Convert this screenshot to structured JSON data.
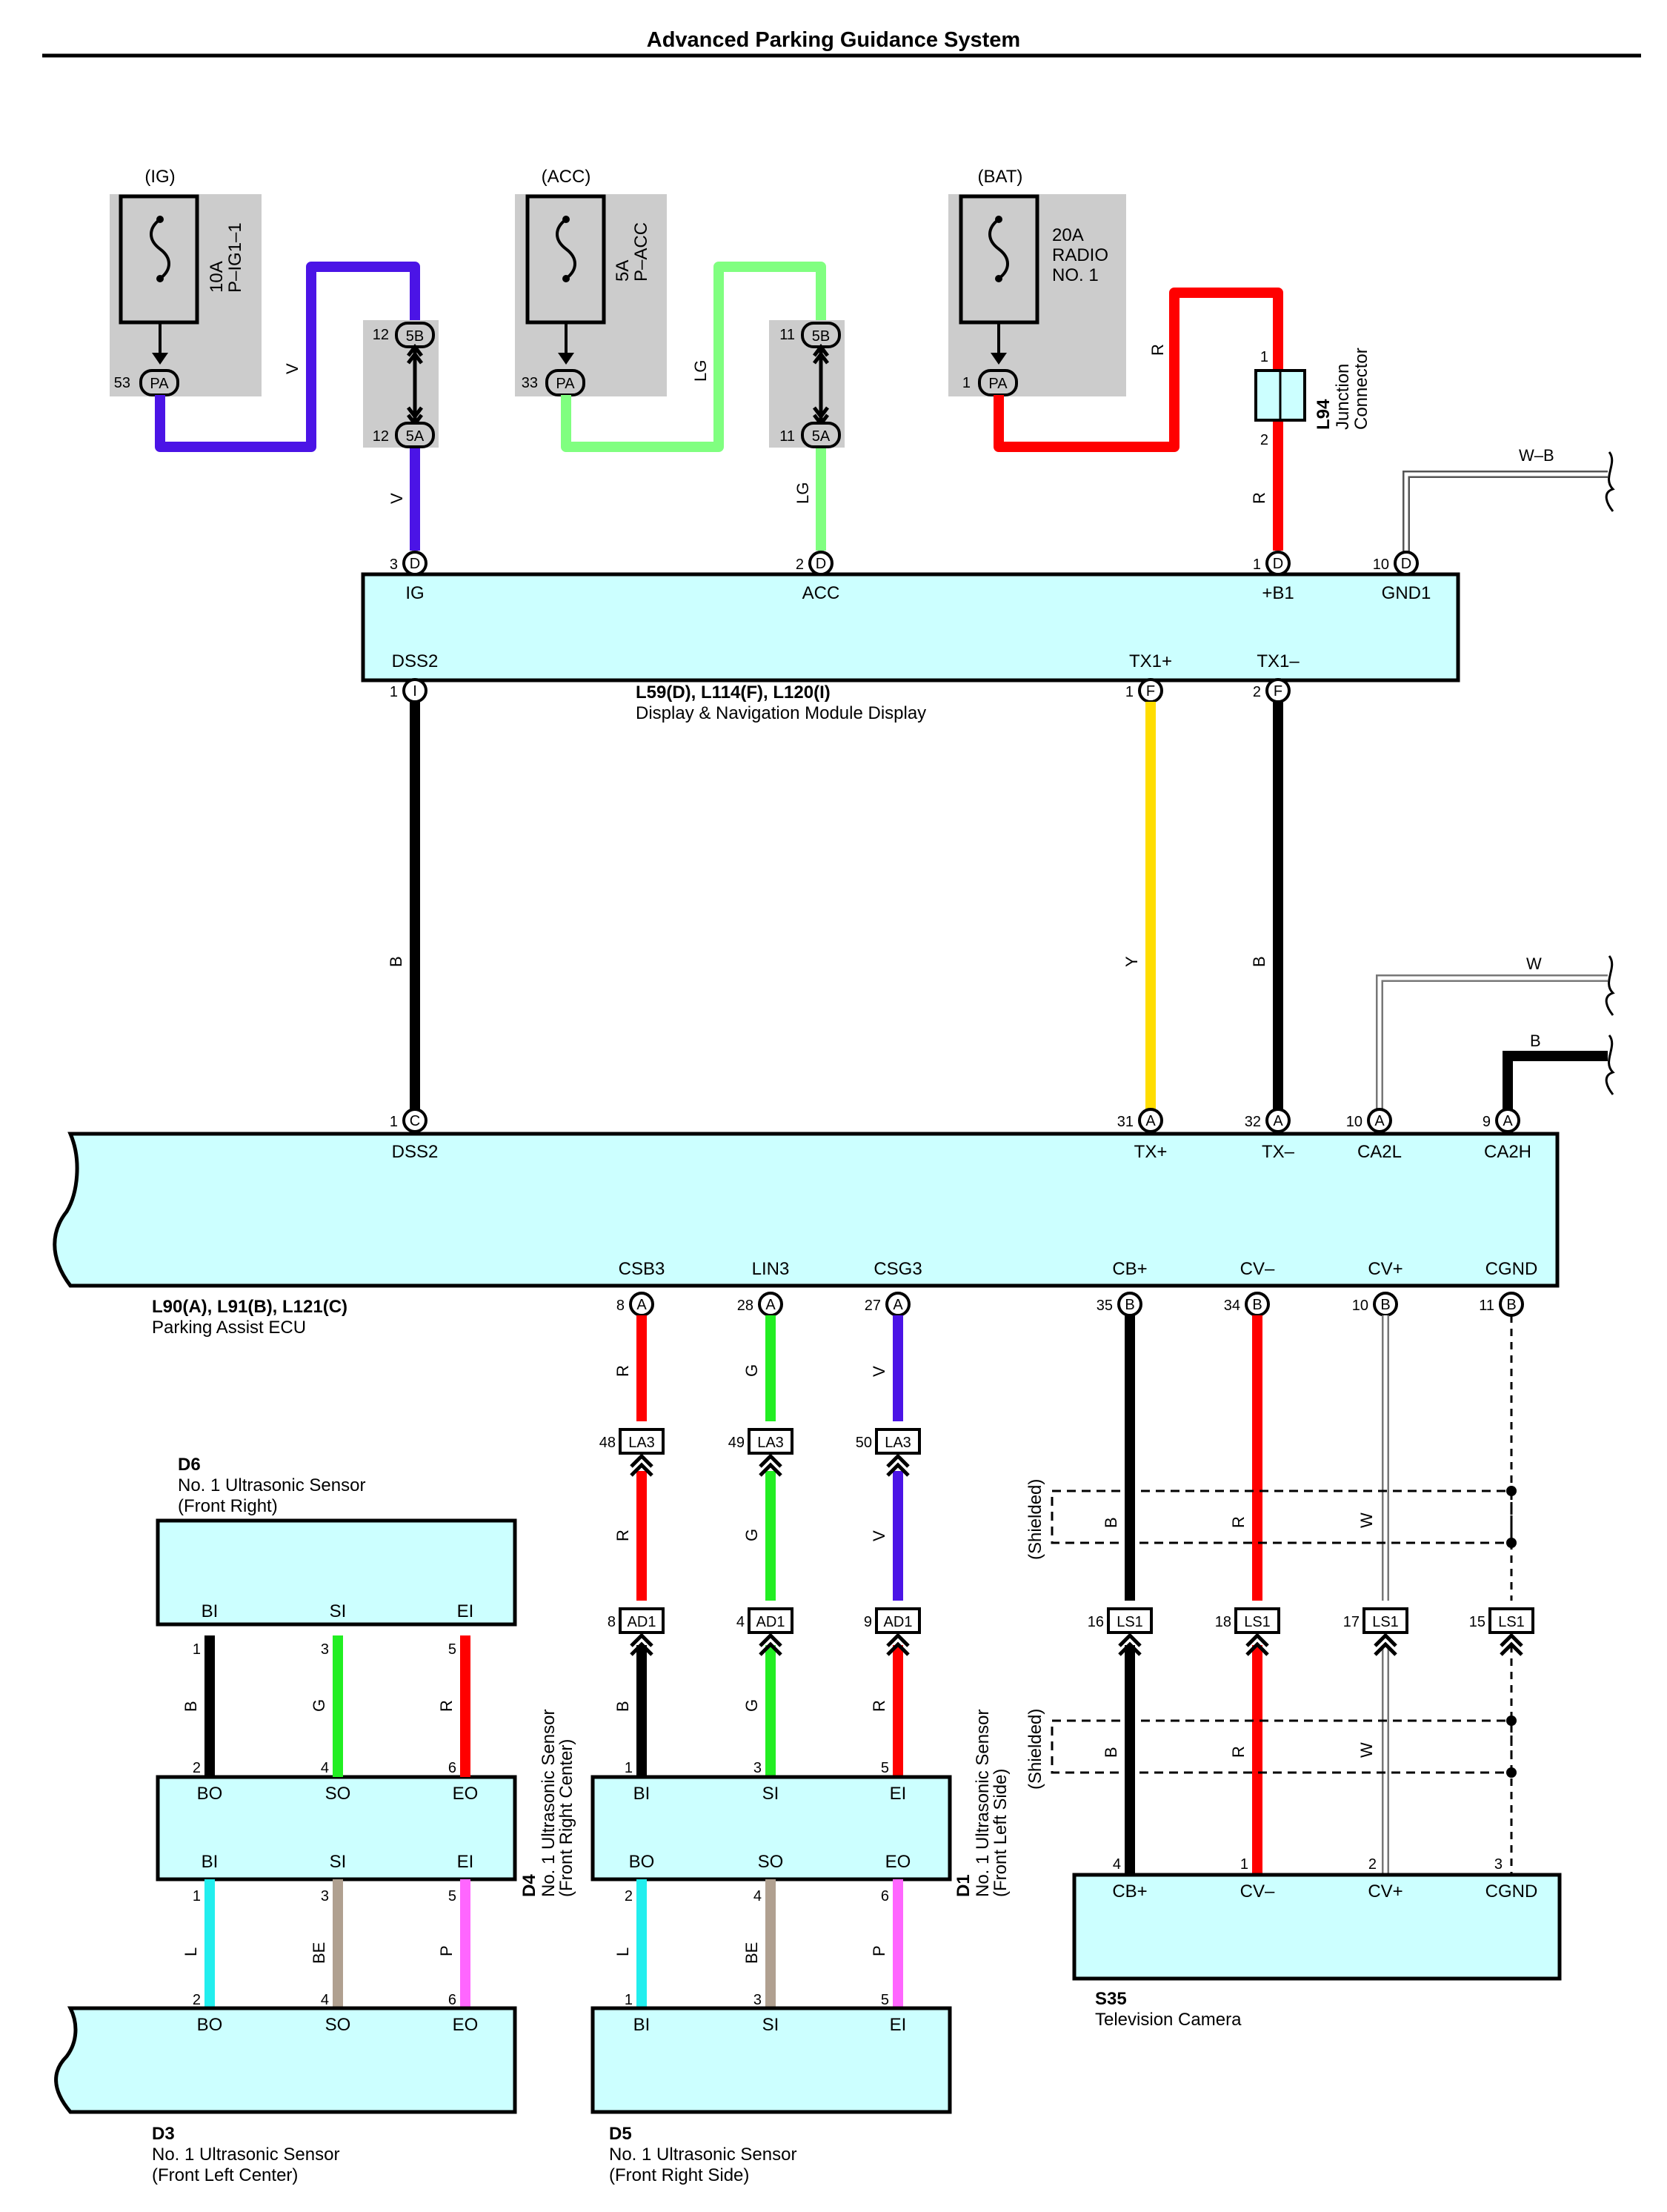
{
  "title": "Advanced Parking Guidance System",
  "colors": {
    "V": "#4b14e6",
    "LG": "#80ff80",
    "R": "#ff0000",
    "B": "#000000",
    "Y": "#ffdd00",
    "G": "#22ee22",
    "L": "#22eeee",
    "BE": "#b0a090",
    "P": "#ff66ff",
    "W": "#ffffff",
    "box": "#ccffff",
    "fusebox": "#cccccc"
  },
  "fuses": [
    {
      "id": "ig",
      "source": "(IG)",
      "rating": "10A",
      "name": "P–IG1–1",
      "pin": "53",
      "conn": "PA"
    },
    {
      "id": "acc",
      "source": "(ACC)",
      "rating": "5A",
      "name": "P–ACC",
      "pin": "33",
      "conn": "PA"
    },
    {
      "id": "bat",
      "source": "(BAT)",
      "rating": "20A",
      "name": "RADIO",
      "name2": "NO. 1",
      "pin": "1",
      "conn": "PA"
    }
  ],
  "junction": {
    "id": "L94",
    "name1": "Junction",
    "name2": "Connector",
    "pin_top": "1",
    "pin_bottom": "2"
  },
  "shield_wire": "W–B",
  "display_module": {
    "id": "L59(D), L114(F), L120(I)",
    "name": "Display & Navigation Module Display",
    "pins": {
      "ig": {
        "num": "3",
        "conn": "D",
        "label": "IG"
      },
      "acc": {
        "num": "2",
        "conn": "D",
        "label": "ACC"
      },
      "b1": {
        "num": "1",
        "conn": "D",
        "label": "+B1"
      },
      "gnd": {
        "num": "10",
        "conn": "D",
        "label": "GND1"
      },
      "dss": {
        "num": "1",
        "conn": "I",
        "label": "DSS2"
      },
      "tx1p": {
        "num": "1",
        "conn": "F",
        "label": "TX1+"
      },
      "tx1m": {
        "num": "2",
        "conn": "F",
        "label": "TX1–"
      }
    }
  },
  "ecu": {
    "id": "L90(A), L91(B), L121(C)",
    "name": "Parking Assist ECU",
    "top_pins": [
      {
        "num": "1",
        "conn": "C",
        "label": "DSS2"
      },
      {
        "num": "31",
        "conn": "A",
        "label": "TX+"
      },
      {
        "num": "32",
        "conn": "A",
        "label": "TX–"
      },
      {
        "num": "10",
        "conn": "A",
        "label": "CA2L"
      },
      {
        "num": "9",
        "conn": "A",
        "label": "CA2H"
      }
    ],
    "bottom_pins": [
      {
        "num": "8",
        "conn": "A",
        "label": "CSB3"
      },
      {
        "num": "28",
        "conn": "A",
        "label": "LIN3"
      },
      {
        "num": "27",
        "conn": "A",
        "label": "CSG3"
      },
      {
        "num": "35",
        "conn": "B",
        "label": "CB+"
      },
      {
        "num": "34",
        "conn": "B",
        "label": "CV–"
      },
      {
        "num": "10",
        "conn": "B",
        "label": "CV+"
      },
      {
        "num": "11",
        "conn": "B",
        "label": "CGND"
      }
    ]
  },
  "connectors": {
    "la3": {
      "name": "LA3",
      "pins": [
        "48",
        "49",
        "50"
      ]
    },
    "ad1": {
      "name": "AD1",
      "pins": [
        "8",
        "4",
        "9"
      ]
    },
    "ls1": {
      "name": "LS1",
      "pins": [
        "16",
        "18",
        "17",
        "15"
      ]
    }
  },
  "shielded": "(Shielded)",
  "wire_labels": {
    "v": "V",
    "lg": "LG",
    "r": "R",
    "b": "B",
    "y": "Y",
    "g": "G",
    "l": "L",
    "be": "BE",
    "p": "P",
    "w": "W"
  },
  "sensors": {
    "d6": {
      "id": "D6",
      "name": "No. 1 Ultrasonic Sensor",
      "pos": "(Front Right)",
      "labels": [
        "BI",
        "SI",
        "EI"
      ],
      "pins": [
        "1",
        "3",
        "5"
      ]
    },
    "d4": {
      "id": "D4",
      "name": "No. 1 Ultrasonic Sensor",
      "pos": "(Front Right Center)",
      "in_labels": [
        "BO",
        "SO",
        "EO"
      ],
      "in_pins": [
        "2",
        "4",
        "6"
      ],
      "out_labels": [
        "BI",
        "SI",
        "EI"
      ],
      "out_pins": [
        "1",
        "3",
        "5"
      ]
    },
    "d1": {
      "id": "D1",
      "name": "No. 1 Ultrasonic Sensor",
      "pos": "(Front Left Side)",
      "in_labels": [
        "BI",
        "SI",
        "EI"
      ],
      "in_pins": [
        "1",
        "3",
        "5"
      ],
      "out_labels": [
        "BO",
        "SO",
        "EO"
      ],
      "out_pins": [
        "2",
        "4",
        "6"
      ]
    },
    "d3": {
      "id": "D3",
      "name": "No. 1 Ultrasonic Sensor",
      "pos": "(Front Left Center)",
      "labels": [
        "BO",
        "SO",
        "EO"
      ],
      "pins": [
        "2",
        "4",
        "6"
      ]
    },
    "d5": {
      "id": "D5",
      "name": "No. 1 Ultrasonic Sensor",
      "pos": "(Front Right Side)",
      "labels": [
        "BI",
        "SI",
        "EI"
      ],
      "pins": [
        "1",
        "3",
        "5"
      ]
    }
  },
  "camera": {
    "id": "S35",
    "name": "Television Camera",
    "labels": [
      "CB+",
      "CV–",
      "CV+",
      "CGND"
    ],
    "pins": [
      "4",
      "1",
      "2",
      "3"
    ]
  }
}
